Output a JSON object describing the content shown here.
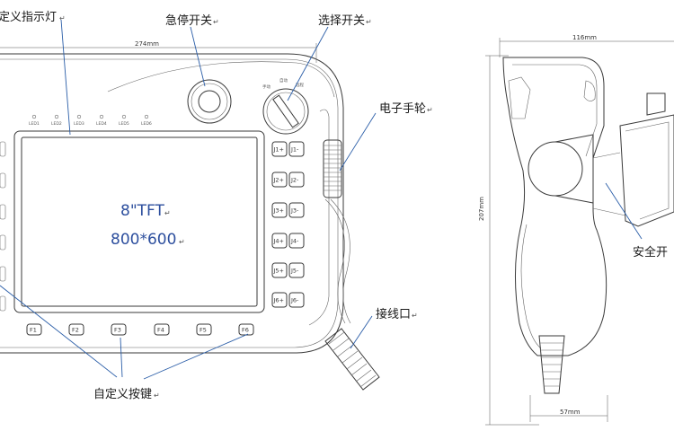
{
  "labels": {
    "led_indicator": "定义指示灯",
    "estop": "急停开关",
    "selector": "选择开关",
    "handwheel": "电子手轮",
    "connector": "接线口",
    "custom_keys": "自定义按键",
    "safety_switch": "安全开"
  },
  "dimensions": {
    "front_width": "274mm",
    "side_width": "116mm",
    "height": "207mm",
    "bottom_width": "57mm"
  },
  "screen": {
    "line1": "8\"TFT",
    "line2": "800*600"
  },
  "led_labels": [
    "LED1",
    "LED2",
    "LED3",
    "LED4",
    "LED5",
    "LED6"
  ],
  "jog_keys": [
    [
      "J1+",
      "J1-"
    ],
    [
      "J2+",
      "J2-"
    ],
    [
      "J3+",
      "J3-"
    ],
    [
      "J4+",
      "J4-"
    ],
    [
      "J5+",
      "J5-"
    ],
    [
      "J6+",
      "J6-"
    ]
  ],
  "function_keys": [
    "F1",
    "F2",
    "F3",
    "F4",
    "F5",
    "F6"
  ],
  "selector_marks": [
    "手动",
    "自动",
    "远程"
  ],
  "colors": {
    "outline": "#3a3a3a",
    "leader": "#2b5ea8",
    "screen_text": "#2d4f9e"
  }
}
